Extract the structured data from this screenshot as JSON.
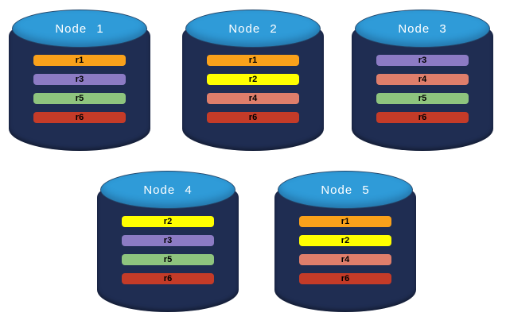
{
  "background_color": "#FFFFFF",
  "cylinder": {
    "body_color": "#1F2D52",
    "top_color": "#2F9BD8",
    "top_border_color": "#24476B",
    "label_color": "#FFFFFF",
    "bar_text_color": "#000000"
  },
  "replica_palette": {
    "r1": "#F9A11B",
    "r2": "#FFFF00",
    "r3": "#8C7BC4",
    "r4": "#DF7E6B",
    "r5": "#8EC47E",
    "r6": "#C43B28"
  },
  "nodes": [
    {
      "label": "Node 1",
      "replicas": [
        {
          "label": "r1",
          "color": "#F9A11B"
        },
        {
          "label": "r3",
          "color": "#8C7BC4"
        },
        {
          "label": "r5",
          "color": "#8EC47E"
        },
        {
          "label": "r6",
          "color": "#C43B28"
        }
      ]
    },
    {
      "label": "Node 2",
      "replicas": [
        {
          "label": "r1",
          "color": "#F9A11B"
        },
        {
          "label": "r2",
          "color": "#FFFF00"
        },
        {
          "label": "r4",
          "color": "#DF7E6B"
        },
        {
          "label": "r6",
          "color": "#C43B28"
        }
      ]
    },
    {
      "label": "Node 3",
      "replicas": [
        {
          "label": "r3",
          "color": "#8C7BC4"
        },
        {
          "label": "r4",
          "color": "#DF7E6B"
        },
        {
          "label": "r5",
          "color": "#8EC47E"
        },
        {
          "label": "r6",
          "color": "#C43B28"
        }
      ]
    },
    {
      "label": "Node 4",
      "replicas": [
        {
          "label": "r2",
          "color": "#FFFF00"
        },
        {
          "label": "r3",
          "color": "#8C7BC4"
        },
        {
          "label": "r5",
          "color": "#8EC47E"
        },
        {
          "label": "r6",
          "color": "#C43B28"
        }
      ]
    },
    {
      "label": "Node 5",
      "replicas": [
        {
          "label": "r1",
          "color": "#F9A11B"
        },
        {
          "label": "r2",
          "color": "#FFFF00"
        },
        {
          "label": "r4",
          "color": "#DF7E6B"
        },
        {
          "label": "r6",
          "color": "#C43B28"
        }
      ]
    }
  ]
}
